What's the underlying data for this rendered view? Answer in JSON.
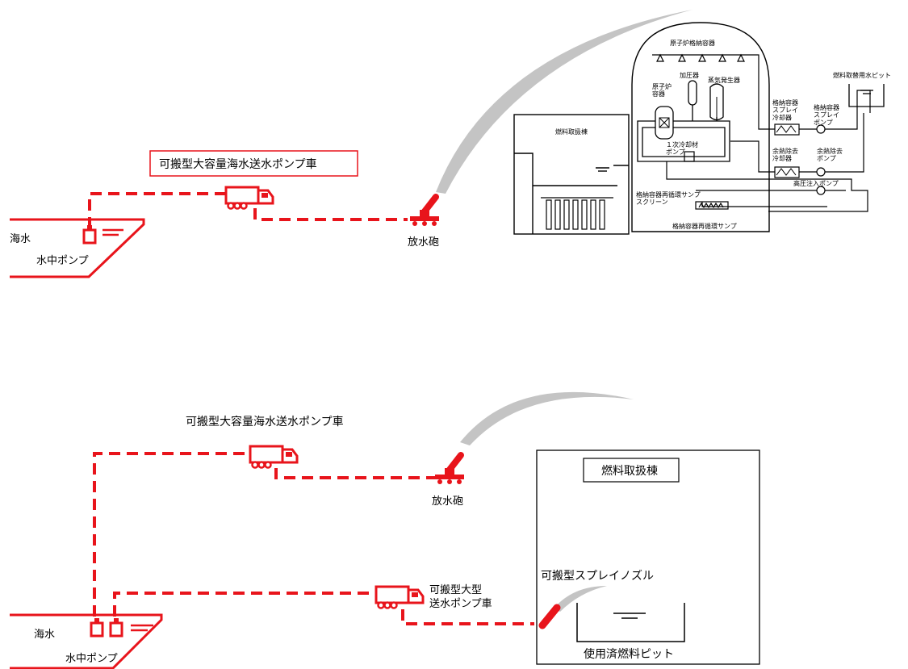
{
  "upper": {
    "pump_vehicle_label": "可搬型大容量海水送水ポンプ車",
    "seawater_label": "海水",
    "submersible_pump_label": "水中ポンプ",
    "water_cannon_label": "放水砲",
    "plant": {
      "fuel_building": "燃料取扱棟",
      "containment_vessel": "原子炉格納容器",
      "pressurizer": "加圧器",
      "steam_generator": "蒸気発生器",
      "reactor_vessel": "原子炉\n容器",
      "primary_coolant_pump": "１次冷却材\nポンプ",
      "cv_spray_cooler": "格納容器\nスプレイ\n冷却器",
      "cv_spray_pump": "格納容器\nスプレイ\nポンプ",
      "rhr_cooler": "余熱除去\n冷却器",
      "rhr_pump": "余熱除去\nポンプ",
      "hp_injection_pump": "高圧注入ポンプ",
      "refueling_water_pit": "燃料取替用水ピット",
      "sump_screen": "格納容器再循環サンプ\nスクリーン",
      "recirc_sump": "格納容器再循環サンプ"
    }
  },
  "lower": {
    "pump_vehicle_label": "可搬型大容量海水送水ポンプ車",
    "water_cannon_label": "放水砲",
    "fuel_building_label": "燃料取扱棟",
    "large_pump_vehicle_label": "可搬型大型\n送水ポンプ車",
    "spray_nozzle_label": "可搬型スプレイノズル",
    "spent_fuel_pit_label": "使用済燃料ピット",
    "seawater_label": "海水",
    "submersible_pump_label": "水中ポンプ"
  }
}
